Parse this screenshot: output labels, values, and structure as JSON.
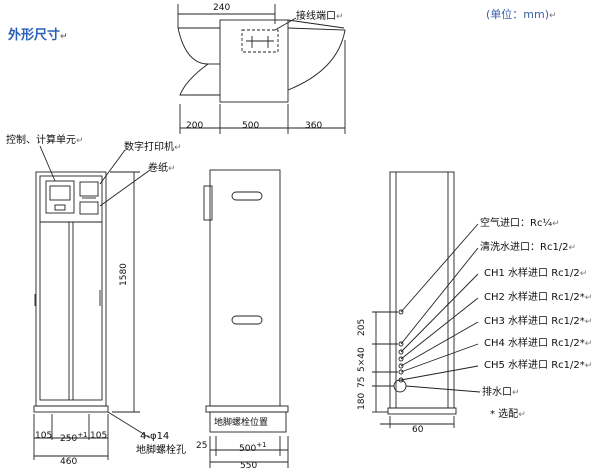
{
  "header": {
    "title": "外形尺寸",
    "unit": "(单位：mm)"
  },
  "top_view": {
    "dim_top": "240",
    "terminal_label": "接线端口",
    "dim_left": "200",
    "dim_mid": "500",
    "dim_right": "360"
  },
  "front_view": {
    "control_label": "控制、计算单元",
    "printer_label": "数字打印机",
    "paper_label": "卷纸",
    "height": "1580",
    "dim_a": "105",
    "dim_b": "250",
    "dim_b_tol": "+1",
    "dim_c": "105",
    "dim_total": "460",
    "hole_spec": "4-φ14",
    "hole_label": "地脚螺栓孔"
  },
  "side_view": {
    "bolt_label": "地脚螺栓位置",
    "dim_bolt": "500",
    "dim_bolt_tol": "+1",
    "dim_left": "25",
    "dim_total": "550"
  },
  "right_view": {
    "ports": [
      {
        "label": "空气进口：Rc¼"
      },
      {
        "label": "清洗水进口：Rc1/2"
      },
      {
        "label": "CH1 水样进口  Rc1/2"
      },
      {
        "label": "CH2 水样进口  Rc1/2*"
      },
      {
        "label": "CH3 水样进口  Rc1/2*"
      },
      {
        "label": "CH4 水样进口  Rc1/2*"
      },
      {
        "label": "CH5 水样进口  Rc1/2*"
      }
    ],
    "drain_label": "排水口",
    "optional_note": "* 选配",
    "dim_205": "205",
    "dim_5x40": "5×40",
    "dim_75": "75",
    "dim_180": "180",
    "dim_60": "60"
  },
  "return_mark": "↵"
}
